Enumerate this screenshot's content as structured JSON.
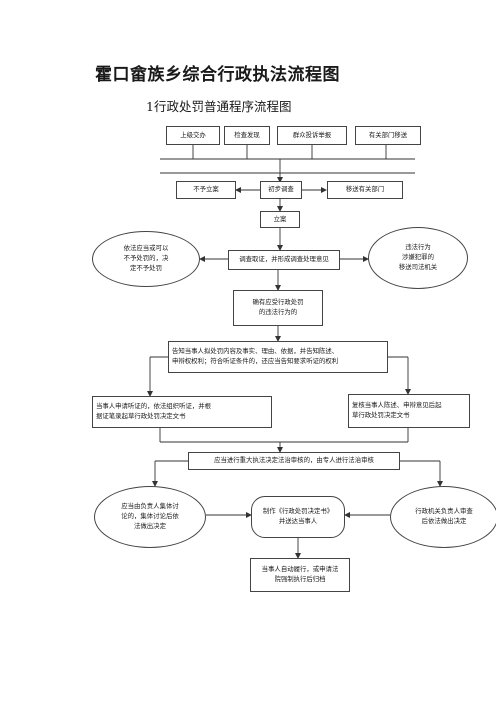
{
  "doc": {
    "title": "霍口畲族乡综合行政执法流程图",
    "subtitle": "1行政处罚普通程序流程图"
  },
  "flow": {
    "sources": [
      "上级交办",
      "检查发现",
      "群众投诉举报",
      "有关部门移送"
    ],
    "no_case": "不予立案",
    "preliminary": "初步调查",
    "transfer_dept": "移送有关部门",
    "file_case": "立案",
    "investigate": "调查取证，并形成调查处理意见",
    "ellipse_left_1": "依法应当或可以\n不予处罚的，决\n定不予处罚",
    "ellipse_right_1": "违法行为\n涉嫌犯罪的\n移送司法机关",
    "confirm": "确有应受行政处罚\n的违法行为的",
    "notify": "告知当事人拟处罚内容及事实、理由、依据，并告知陈述、\n申辩权权利；符合听证条件的，还应当告知要求听证的权利",
    "hearing": "当事人申请听证的，依法组织听证，并根\n据证笔录起草行政处罚决定文书",
    "review": "复核当事人陈述、申辩意见后起\n草行政处罚决定文书",
    "legal_review": "应当进行重大执法决定法治审核的，由专人进行法治审核",
    "ellipse_left_2": "应当由负责人集体讨\n论的，集体讨论后依\n法做出决定",
    "make_decision": "制作《行政处罚决定书》\n并送达当事人",
    "ellipse_right_2": "行政机关负责人审查\n后依法做出决定",
    "final": "当事人自动履行，或申请法\n院强制执行后归档"
  }
}
